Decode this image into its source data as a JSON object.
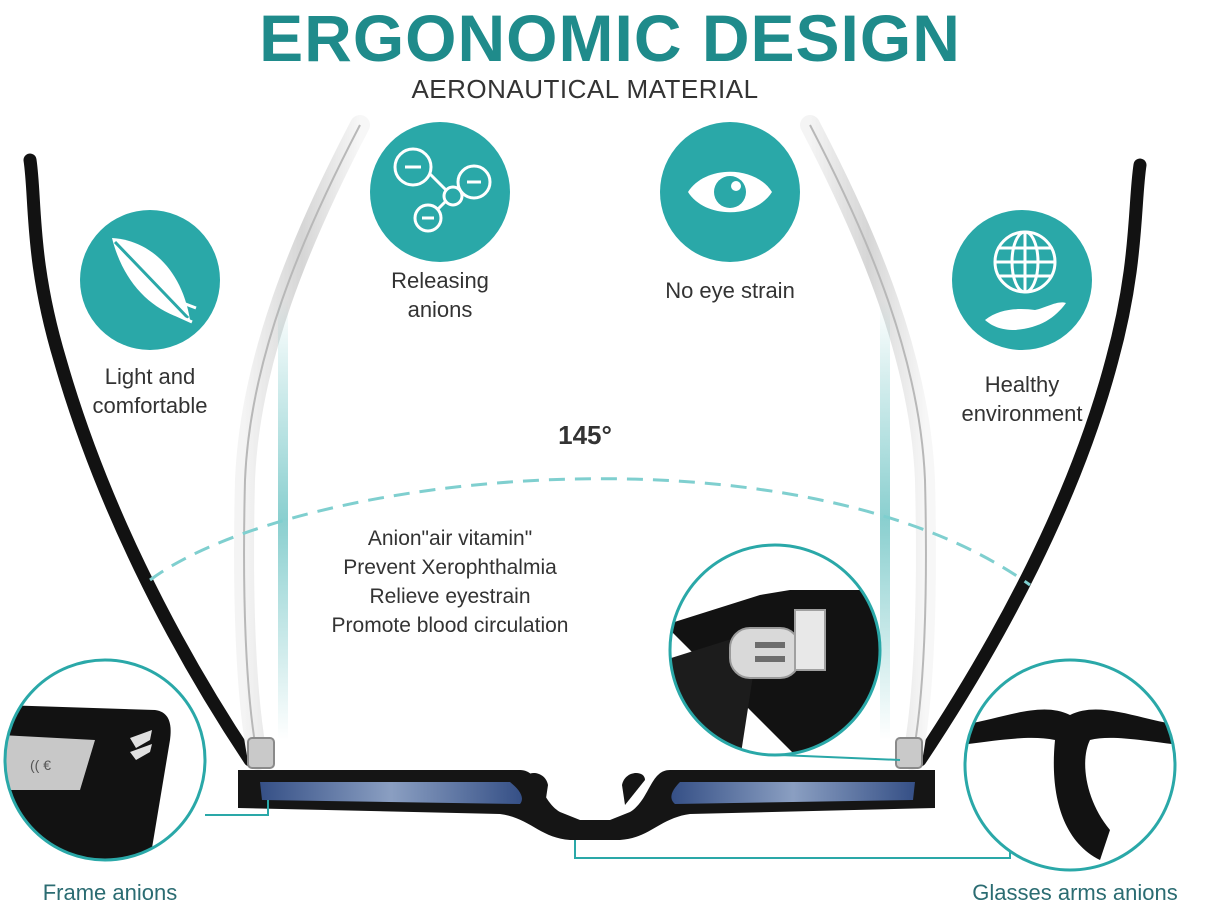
{
  "header": {
    "title": "ERGONOMIC DESIGN",
    "subtitle": "AERONAUTICAL MATERIAL"
  },
  "features": [
    {
      "icon": "feather-icon",
      "label_lines": [
        "Light and",
        "comfortable"
      ]
    },
    {
      "icon": "molecule-icon",
      "label_lines": [
        "Releasing",
        "anions"
      ]
    },
    {
      "icon": "eye-icon",
      "label_lines": [
        "No eye strain"
      ]
    },
    {
      "icon": "globe-hand-icon",
      "label_lines": [
        "Healthy",
        "environment"
      ]
    }
  ],
  "angle": {
    "label": "145°"
  },
  "benefits": {
    "lines": [
      "Anion\"air vitamin\"",
      "Prevent Xerophthalmia",
      "Relieve eyestrain",
      "Promote blood circulation"
    ]
  },
  "callouts": {
    "frame": "Frame anions",
    "arms": "Glasses arms anions"
  },
  "colors": {
    "teal": "#2aa8a8",
    "title_teal": "#1f8b8b",
    "frame_black": "#151515",
    "temple_gray": "#d9d9d9"
  }
}
